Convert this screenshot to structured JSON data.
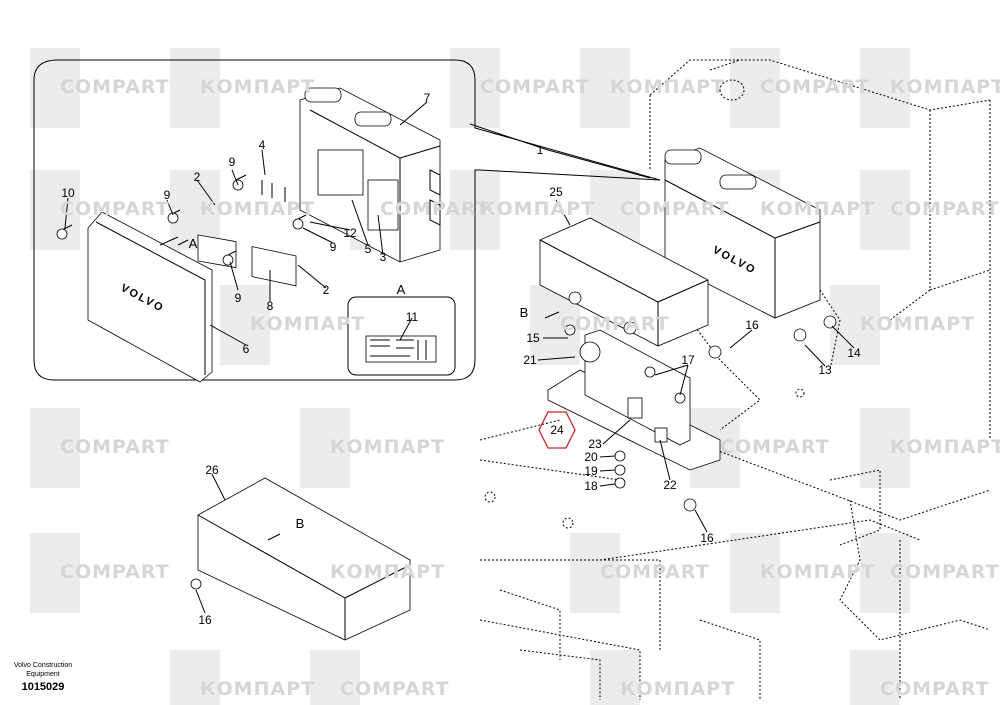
{
  "watermark": {
    "latin": "COMPART",
    "cyrillic": "КОМПАРТ"
  },
  "callouts": [
    "1",
    "2",
    "2",
    "3",
    "4",
    "5",
    "6",
    "7",
    "8",
    "9",
    "9",
    "9",
    "9",
    "10",
    "11",
    "12",
    "13",
    "14",
    "15",
    "16",
    "16",
    "16",
    "17",
    "18",
    "19",
    "20",
    "21",
    "22",
    "23",
    "24",
    "25",
    "26"
  ],
  "view_labels": {
    "a_main": "A",
    "a_detail": "A",
    "b_main": "B",
    "b_cover": "B"
  },
  "logo_text": "VOLVO",
  "footer": {
    "company": "Volvo Construction Equipment",
    "drawing_number": "1015029"
  },
  "colors": {
    "highlight": "#d42020",
    "watermark": "#d6d6d6"
  }
}
